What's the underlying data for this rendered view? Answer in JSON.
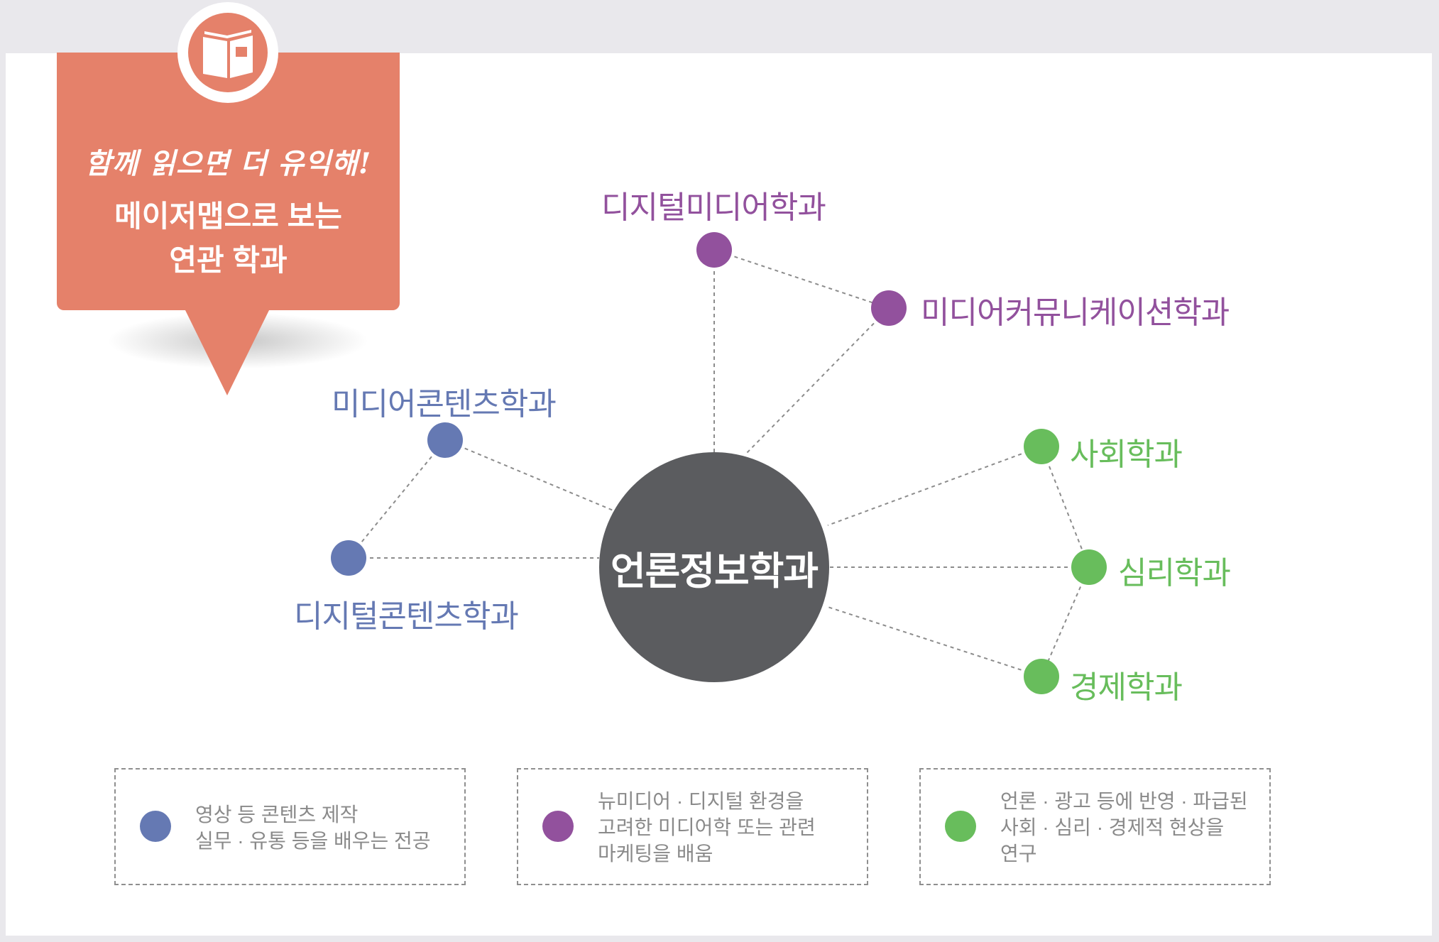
{
  "badge": {
    "tagline": "함께 읽으면 더 유익해!",
    "title_line1": "메이저맵으로 보는",
    "title_line2": "연관 학과",
    "icon": "book-icon",
    "color": "#e5816a"
  },
  "center": {
    "label": "언론정보학과",
    "color": "#5b5c5f"
  },
  "colors": {
    "purple": "#92519d",
    "blue": "#6579b3",
    "green": "#68bd5c"
  },
  "nodes": {
    "digital_media": "디지털미디어학과",
    "media_communication": "미디어커뮤니케이션학과",
    "media_contents": "미디어콘텐츠학과",
    "digital_contents": "디지털콘텐츠학과",
    "sociology": "사회학과",
    "psychology": "심리학과",
    "economics": "경제학과"
  },
  "legend": {
    "blue": [
      "영상 등 콘텐츠 제작",
      "실무 · 유통 등을 배우는 전공"
    ],
    "purple": [
      "뉴미디어 · 디지털 환경을",
      "고려한 미디어학 또는 관련",
      "마케팅을 배움"
    ],
    "green": [
      "언론 · 광고 등에 반영 · 파급된",
      "사회 · 심리 · 경제적 현상을",
      "연구"
    ]
  }
}
